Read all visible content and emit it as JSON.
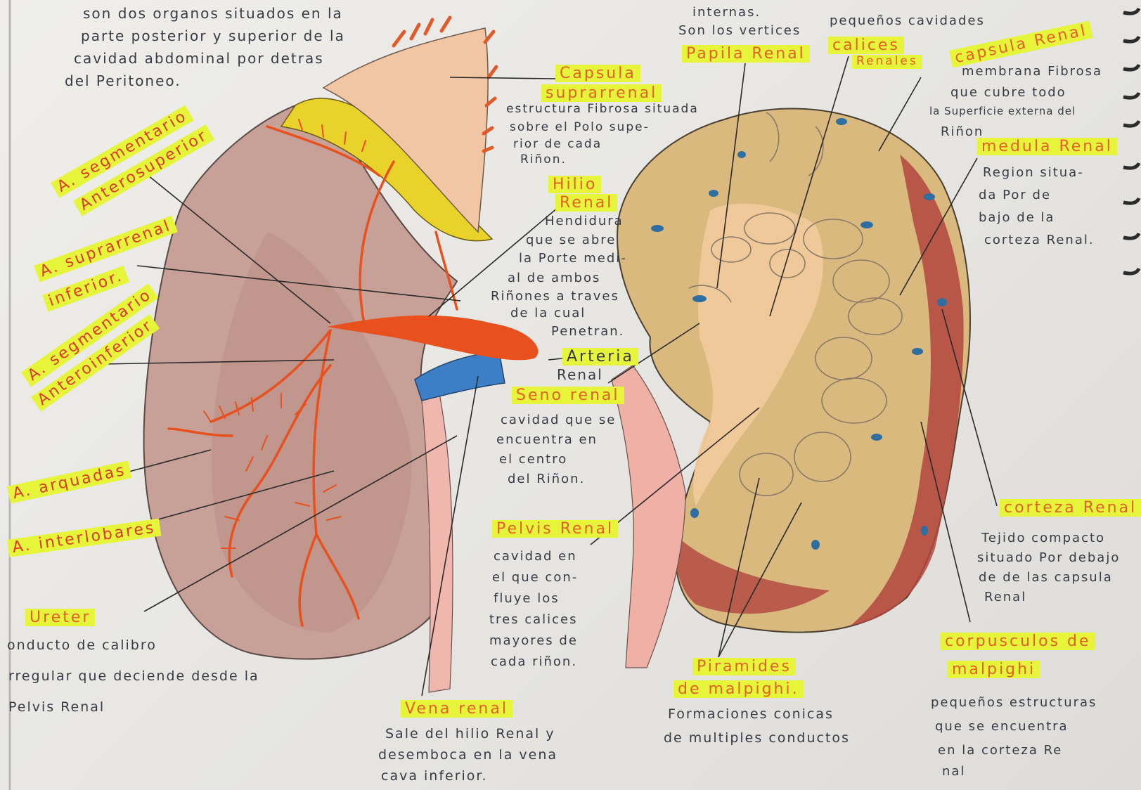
{
  "colors": {
    "paper": "#ebeae6",
    "highlight": "#e7f53a",
    "label_orange": "#e0622a",
    "ink": "#3a3a46",
    "artery": "#e8501e",
    "vein": "#3c7fc6",
    "kidney_left": "#c9a299",
    "kidney_cortex": "#d8b87a",
    "medulla_red": "#b2453e",
    "adrenal": "#f2c6a2",
    "fat_yellow": "#e9d22a"
  },
  "intro": {
    "l1": "son dos organos situados en la",
    "l2": "parte posterior y superior de la",
    "l3": "cavidad abdominal por detras",
    "l4": "del Peritoneo."
  },
  "capsula_suprarrenal": {
    "label1": "Capsula",
    "label2": "suprarrenal",
    "desc1": "estructura Fibrosa situada",
    "desc2": "sobre el Polo supe-",
    "desc3": "rior de cada",
    "desc4": "Riñon."
  },
  "hilio_renal": {
    "label1": "Hilio",
    "label2": "Renal",
    "desc1": "Hendidura",
    "desc2": "que se abre",
    "desc3": "la Porte medi-",
    "desc4": "al de ambos",
    "desc5": "Riñones a traves",
    "desc6": "de la cual",
    "desc7": "Penetran."
  },
  "arteria_renal": {
    "label1": "Arteria",
    "label2": "Renal"
  },
  "seno_renal": {
    "label": "Seno renal",
    "desc1": "cavidad que se",
    "desc2": "encuentra en",
    "desc3": "el centro",
    "desc4": "del Riñon."
  },
  "pelvis_renal": {
    "label": "Pelvis Renal",
    "desc1": "cavidad en",
    "desc2": "el que con-",
    "desc3": "fluye los",
    "desc4": "tres calices",
    "desc5": "mayores de",
    "desc6": "cada riñon."
  },
  "vena_renal": {
    "label": "Vena renal",
    "desc1": "Sale del hilio Renal y",
    "desc2": "desemboca en la vena",
    "desc3": "cava inferior."
  },
  "ureter": {
    "label": "Ureter",
    "desc1": "onducto de calibro",
    "desc2": "rregular que deciende desde la",
    "desc3": "Pelvis Renal"
  },
  "left_labels": {
    "seg_antero_superior_1": "A. segmentario",
    "seg_antero_superior_2": "Anterosuperior",
    "suprarrenal_inf_1": "A. suprarrenal",
    "suprarrenal_inf_2": "inferior.",
    "seg_antero_inferior_1": "A. segmentario",
    "seg_antero_inferior_2": "Anteroinferior",
    "arquadas": "A. arquadas",
    "interlobares": "A. interlobares"
  },
  "papila_renal": {
    "top1": "internas.",
    "top2": "Son los vertices",
    "label": "Papila Renal"
  },
  "calices_renales": {
    "top": "pequeños cavidades",
    "label1": "calices",
    "label2": "Renales"
  },
  "capsula_renal": {
    "label": "capsula Renal",
    "desc1": "membrana Fibrosa",
    "desc2": "que cubre todo",
    "desc3": "la Superficie externa del",
    "desc4": "Riñon"
  },
  "medula_renal": {
    "label": "medula Renal",
    "desc1": "Region situa-",
    "desc2": "da Por de",
    "desc3": "bajo de la",
    "desc4": "corteza Renal."
  },
  "corteza_renal": {
    "label": "corteza Renal",
    "desc1": "Tejido compacto",
    "desc2": "situado Por debajo",
    "desc3": "de de las capsula",
    "desc4": "Renal"
  },
  "corpusculos": {
    "label1": "corpusculos de",
    "label2": "malpighi",
    "desc1": "pequeños estructuras",
    "desc2": "que se encuentra",
    "desc3": "en la corteza Re",
    "desc4": "nal"
  },
  "piramides": {
    "label1": "Piramides",
    "label2": "de malpighi.",
    "desc1": "Formaciones conicas",
    "desc2": "de multiples conductos"
  }
}
